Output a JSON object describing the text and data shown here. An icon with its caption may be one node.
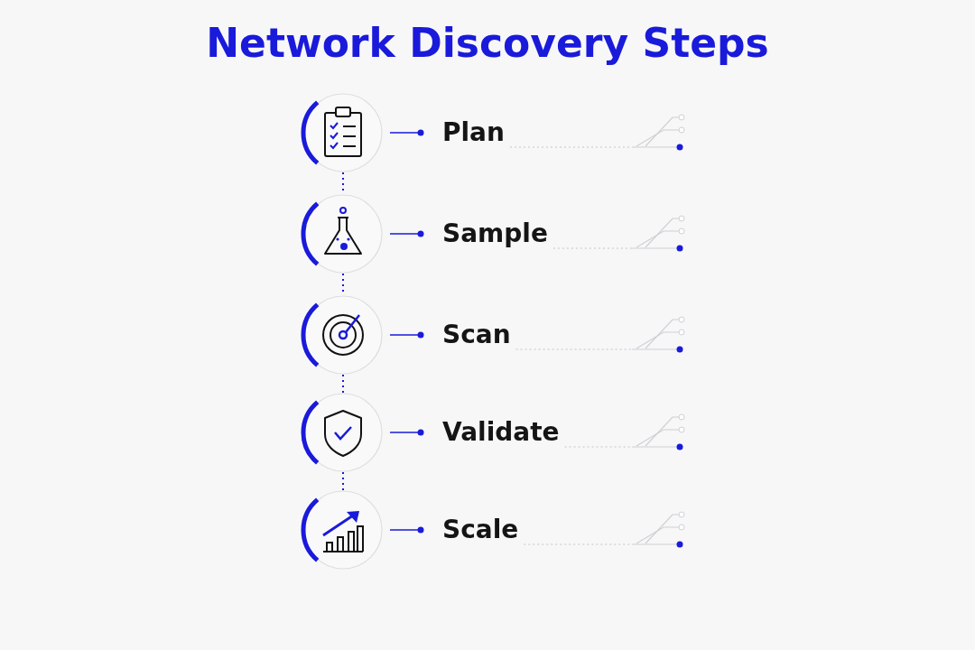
{
  "diagram": {
    "title": "Network Discovery Steps",
    "nodes": [
      {
        "text": [],
        "shape": "circle"
      },
      {
        "text": [
          "Plan"
        ]
      },
      {
        "text": [],
        "shape": "circle"
      },
      {
        "text": [
          "Sample"
        ]
      },
      {
        "text": [],
        "shape": "circle"
      },
      {
        "text": [
          "Scan"
        ]
      },
      {
        "text": [],
        "shape": "circle"
      },
      {
        "text": [
          "Validate"
        ]
      },
      {
        "text": [],
        "shape": "circle"
      },
      {
        "text": [
          "Scale"
        ]
      }
    ],
    "edges": [
      {
        "from": 0,
        "to": 1,
        "arrow": "other"
      },
      {
        "from": 0,
        "to": 2,
        "arrow": "none",
        "style": "dashed"
      },
      {
        "from": 2,
        "to": 3,
        "arrow": "other"
      },
      {
        "from": 2,
        "to": 4,
        "arrow": "none",
        "style": "dashed"
      },
      {
        "from": 4,
        "to": 5,
        "arrow": "other"
      },
      {
        "from": 4,
        "to": 6,
        "arrow": "none",
        "style": "dashed"
      },
      {
        "from": 6,
        "to": 7,
        "arrow": "other"
      },
      {
        "from": 6,
        "to": 8,
        "arrow": "none",
        "style": "dashed"
      },
      {
        "from": 8,
        "to": 9,
        "arrow": "other"
      }
    ]
  }
}
